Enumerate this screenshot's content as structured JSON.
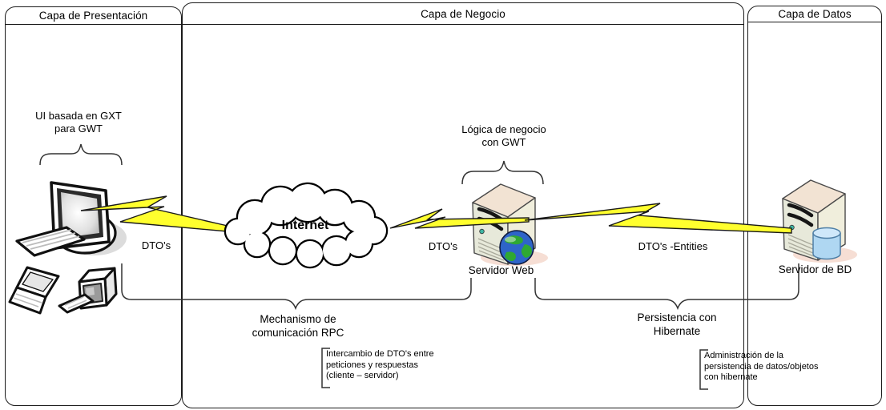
{
  "panels": {
    "presentacion": {
      "title": "Capa de Presentación"
    },
    "negocio": {
      "title": "Capa de Negocio"
    },
    "datos": {
      "title": "Capa de Datos"
    }
  },
  "labels": {
    "ui_client": "UI basada en GXT\npara GWT",
    "internet": "Internet",
    "dto_left": "DTO's",
    "dto_mid": "DTO's",
    "logica_negocio": "Lógica de negocio\ncon GWT",
    "servidor_web": "Servidor Web",
    "dto_entities": "DTO's -Entities",
    "servidor_bd": "Servidor de BD",
    "mecanismo_rpc": "Mechanismo de\ncomunicación RPC",
    "persistencia_hibernate": "Persistencia con\nHibernate"
  },
  "notes": {
    "rpc_detail": "Intercambio de DTO's entre\npeticiones y respuestas\n(cliente – servidor)",
    "hibernate_detail": "Administración de la\npersistencia de datos/objetos\ncon hibernate"
  },
  "icons": {
    "client_cluster": "workstation-cluster-icon",
    "internet_cloud": "internet-cloud-icon",
    "web_server": "web-server-icon",
    "db_server": "db-server-icon",
    "globe": "globe-icon",
    "database": "database-cylinder-icon",
    "lightning": "lightning-bolt-icon"
  },
  "colors": {
    "bolt_yellow": "#FFFF2E",
    "server_top": "#F2E3D3",
    "server_front": "#E7E9DA",
    "server_side": "#F0EEDC",
    "globe_blue": "#2E64C8",
    "globe_green": "#2FA832",
    "db_cylinder": "#AFD7F2",
    "db_cylinder_top": "#CFE8FA",
    "shadow_pink": "#F6DED4",
    "outline": "#1A1A1A"
  }
}
